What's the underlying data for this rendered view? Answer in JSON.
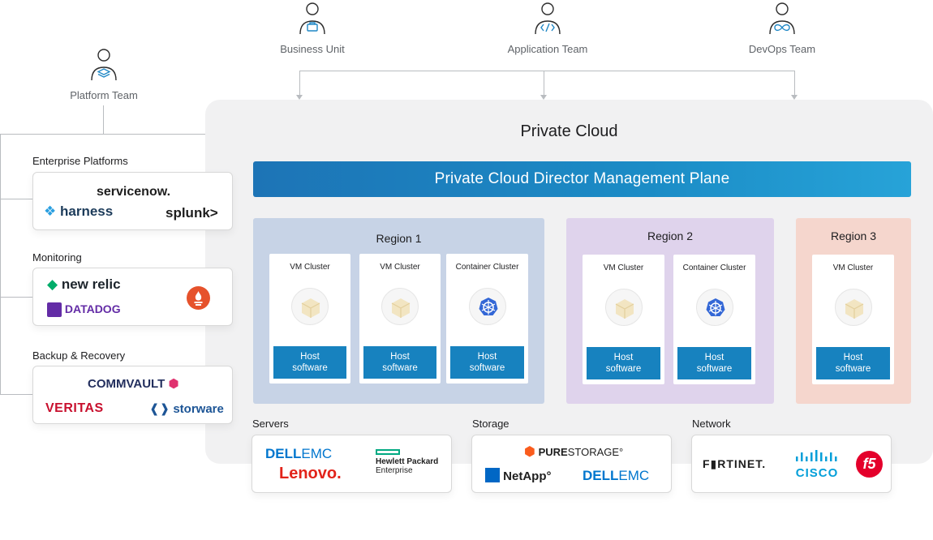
{
  "personas": {
    "business_unit": "Business Unit",
    "application_team": "Application Team",
    "devops_team": "DevOps Team",
    "platform_team": "Platform Team"
  },
  "cloud": {
    "title": "Private Cloud",
    "management_plane": "Private Cloud Director Management Plane"
  },
  "regions": [
    {
      "title": "Region 1",
      "color": "#c7d3e6",
      "clusters": [
        {
          "title": "VM Cluster",
          "icon": "cube-icon",
          "host": "Host software"
        },
        {
          "title": "VM Cluster",
          "icon": "cube-icon",
          "host": "Host software"
        },
        {
          "title": "Container Cluster",
          "icon": "kubernetes-icon",
          "host": "Host software"
        }
      ]
    },
    {
      "title": "Region 2",
      "color": "#dfd3ec",
      "clusters": [
        {
          "title": "VM Cluster",
          "icon": "cube-icon",
          "host": "Host software"
        },
        {
          "title": "Container Cluster",
          "icon": "kubernetes-icon",
          "host": "Host software"
        }
      ]
    },
    {
      "title": "Region 3",
      "color": "#f5d6cd",
      "clusters": [
        {
          "title": "VM Cluster",
          "icon": "cube-icon",
          "host": "Host software"
        }
      ]
    }
  ],
  "left_sections": {
    "enterprise": {
      "title": "Enterprise Platforms",
      "servicenow": "servicenow.",
      "harness": "harness",
      "splunk": "splunk>"
    },
    "monitoring": {
      "title": "Monitoring",
      "newrelic": "new relic",
      "datadog": "DATADOG"
    },
    "backup": {
      "title": "Backup & Recovery",
      "commvault": "COMMVAULT",
      "veritas": "VERITAS",
      "storware": "storware"
    }
  },
  "bottom_sections": {
    "servers": {
      "title": "Servers",
      "dell_a": "DELL",
      "dell_b": "EMC",
      "lenovo": "Lenovo.",
      "hpe_1": "Hewlett Packard",
      "hpe_2": "Enterprise"
    },
    "storage": {
      "title": "Storage",
      "pure_a": "PURE",
      "pure_b": "STORAGE°",
      "netapp": "NetApp°",
      "dell_a": "DELL",
      "dell_b": "EMC"
    },
    "network": {
      "title": "Network",
      "fortinet": "F▮RTINET.",
      "cisco": "CISCO",
      "f5": "f5"
    }
  },
  "colors": {
    "accent_blue": "#1782bf",
    "host_blue": "#1782bf",
    "connector_gray": "#b9bcc0",
    "cloud_panel": "#f1f1f2"
  }
}
